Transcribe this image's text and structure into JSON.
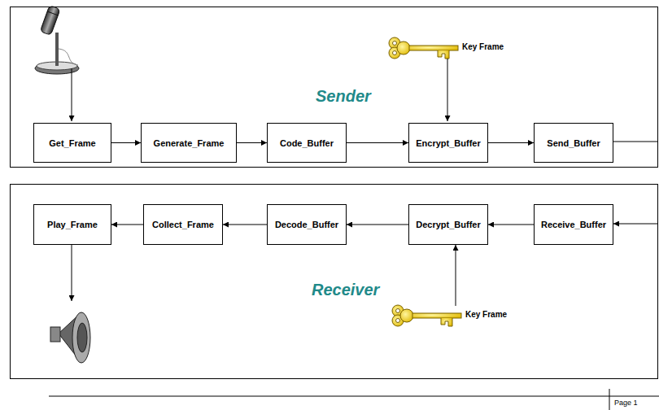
{
  "diagram": {
    "nodes": [
      {
        "text": [
          "Sender"
        ]
      },
      {
        "text": [
          "Get_Frame"
        ],
        "in": 0
      },
      {
        "text": [
          "Generate_Frame"
        ],
        "in": 0
      },
      {
        "text": [
          "Code_Buffer"
        ],
        "in": 0
      },
      {
        "text": [
          "Encrypt_Buffer"
        ],
        "in": 0
      },
      {
        "text": [
          "Send_Buffer"
        ],
        "in": 0
      },
      {
        "text": [
          "Receiver"
        ]
      },
      {
        "text": [
          "Play_Frame"
        ],
        "in": 6
      },
      {
        "text": [
          "Collect_Frame"
        ],
        "in": 6
      },
      {
        "text": [
          "Decode_Buffer"
        ],
        "in": 6
      },
      {
        "text": [
          "Decrypt_Buffer"
        ],
        "in": 6
      },
      {
        "text": [
          "Receive_Buffer"
        ],
        "in": 6
      }
    ],
    "edges": [
      {
        "from": 1,
        "to": 2,
        "arrow": "to"
      },
      {
        "from": 2,
        "to": 3,
        "arrow": "to"
      },
      {
        "from": 3,
        "to": 4,
        "arrow": "to"
      },
      {
        "from": 4,
        "to": 5,
        "arrow": "to"
      },
      {
        "from": 11,
        "to": 10,
        "arrow": "to"
      },
      {
        "from": 10,
        "to": 9,
        "arrow": "to"
      },
      {
        "from": 9,
        "to": 8,
        "arrow": "to"
      },
      {
        "from": 8,
        "to": 7,
        "arrow": "to"
      }
    ],
    "labels": [
      "Key Frame",
      "Key Frame",
      "Page 1"
    ]
  }
}
